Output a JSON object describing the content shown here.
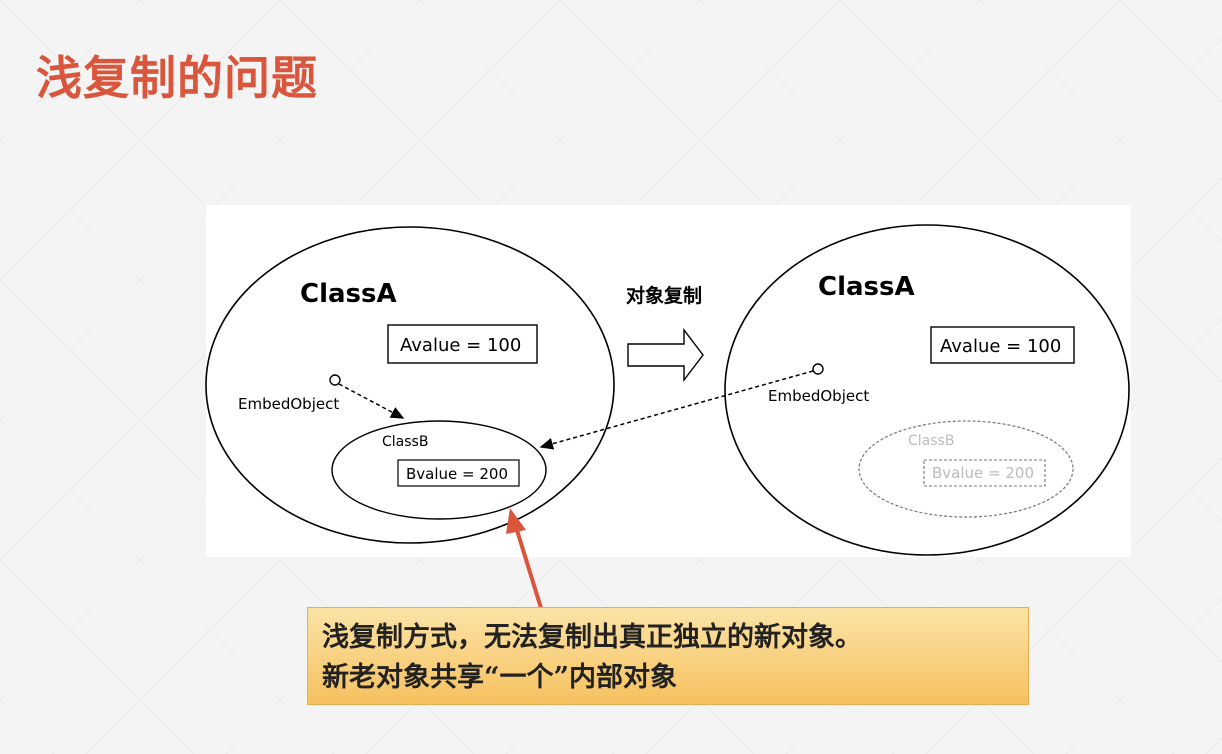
{
  "title": "浅复制的问题",
  "diagram": {
    "copy_label": "对象复制",
    "left_object": {
      "class_name": "ClassA",
      "avalue": "Avalue = 100",
      "embed_label": "EmbedObject",
      "inner_class": "ClassB",
      "bvalue": "Bvalue = 200"
    },
    "right_object": {
      "class_name": "ClassA",
      "avalue": "Avalue = 100",
      "embed_label": "EmbedObject",
      "ghost_class": "ClassB",
      "ghost_bvalue": "Bvalue = 200"
    }
  },
  "callout": {
    "line1": "浅复制方式，无法复制出真正独立的新对象。",
    "line2": "新老对象共享“一个”内部对象"
  },
  "colors": {
    "title": "#d9553b",
    "pointer_arrow": "#d9553b",
    "callout_bg": "#f6c15f",
    "ghost": "#bbbbbb"
  }
}
